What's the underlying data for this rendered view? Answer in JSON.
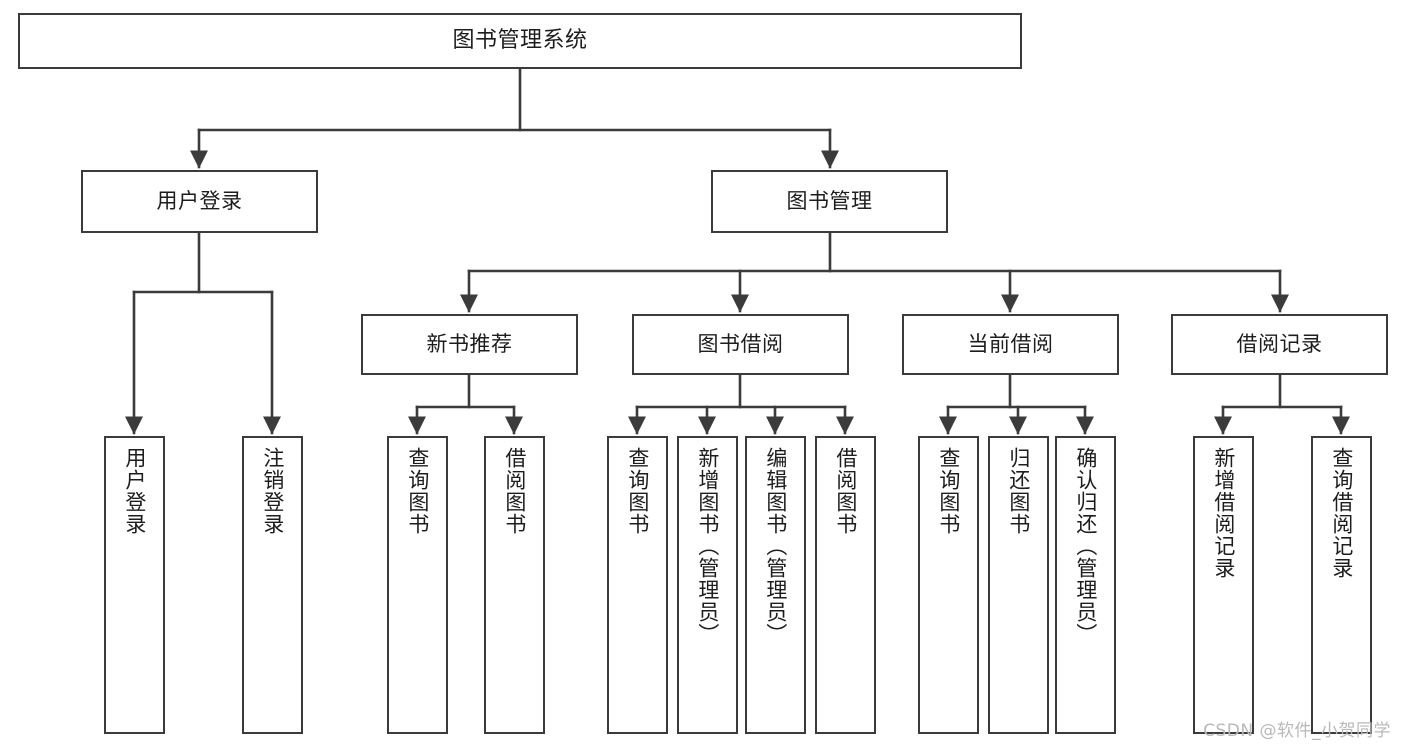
{
  "diagram": {
    "title": "图书管理系统",
    "type": "tree-hierarchy-chart",
    "watermark": "CSDN @软件_小贺同学",
    "colors": {
      "stroke": "#3b3b3b",
      "fill": "#ffffff",
      "text": "#1d1d1d",
      "watermark": "#b9b9b9"
    }
  },
  "nodes": {
    "root": {
      "label": "图书管理系统"
    },
    "level2": [
      {
        "label": "用户登录"
      },
      {
        "label": "图书管理"
      }
    ],
    "level3": [
      {
        "label": "新书推荐"
      },
      {
        "label": "图书借阅"
      },
      {
        "label": "当前借阅"
      },
      {
        "label": "借阅记录"
      }
    ],
    "leaves": {
      "user_login": [
        {
          "label": "用户登录"
        },
        {
          "label": "注销登录"
        }
      ],
      "new_book_recommend": [
        {
          "label": "查询图书"
        },
        {
          "label": "借阅图书"
        }
      ],
      "book_borrow": [
        {
          "label": "查询图书"
        },
        {
          "label": "新增图书（管理员）"
        },
        {
          "label": "编辑图书（管理员）"
        },
        {
          "label": "借阅图书"
        }
      ],
      "current_borrow": [
        {
          "label": "查询图书"
        },
        {
          "label": "归还图书"
        },
        {
          "label": "确认归还（管理员）"
        }
      ],
      "borrow_record": [
        {
          "label": "新增借阅记录"
        },
        {
          "label": "查询借阅记录"
        }
      ]
    }
  }
}
